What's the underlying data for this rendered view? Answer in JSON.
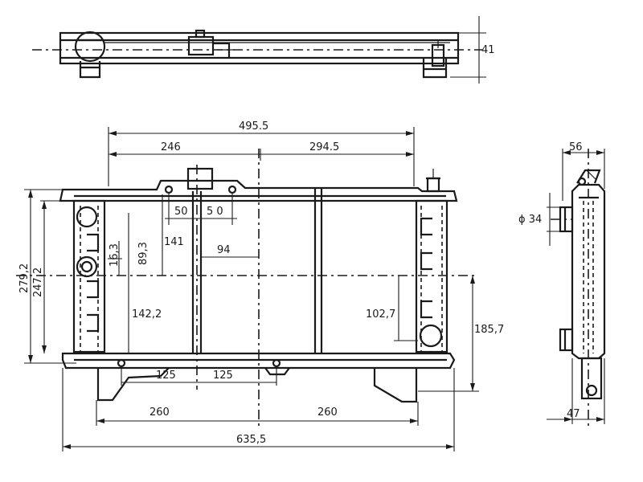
{
  "dimensions": {
    "top_height": "41",
    "overall_width": "495.5",
    "left_part": "246",
    "right_part": "294.5",
    "offset_left": "50",
    "offset_right": "5 0",
    "height_141": "141",
    "len_94": "94",
    "height_89_3": "89,3",
    "height_16_3": "16,3",
    "height_142_2": "142,2",
    "height_279_2": "279,2",
    "height_247_2": "247,2",
    "height_102_7": "102,7",
    "height_185_7": "185,7",
    "mount_left": "125",
    "mount_right": "125",
    "base_left": "260",
    "base_right": "260",
    "base_total": "635,5",
    "side_width": "56",
    "pipe_diameter": "ϕ 34",
    "side_bottom": "47"
  }
}
